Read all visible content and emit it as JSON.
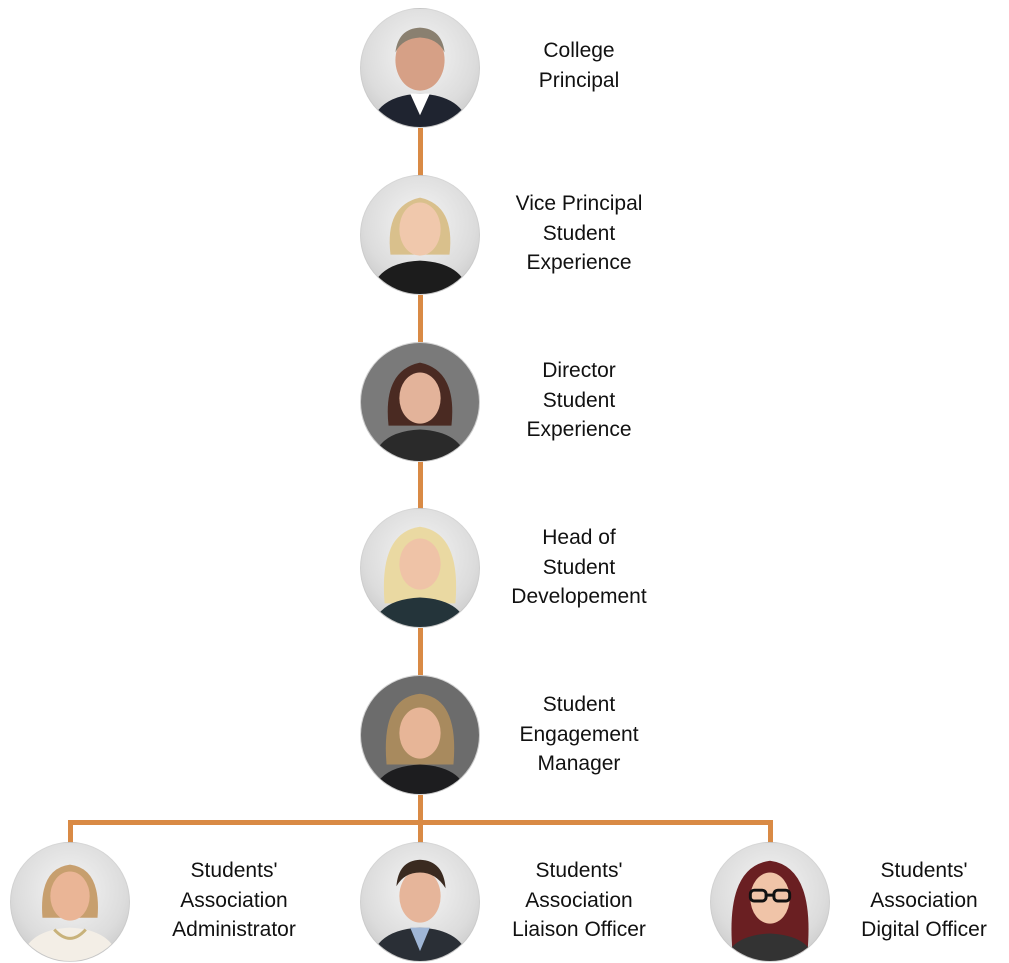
{
  "colors": {
    "connector": "#d98a45"
  },
  "hierarchy": [
    {
      "id": "college-principal",
      "icon": "person-avatar-icon",
      "title_lines": [
        "College",
        "Principal"
      ]
    },
    {
      "id": "vice-principal",
      "icon": "person-avatar-icon",
      "title_lines": [
        "Vice Principal",
        "Student",
        "Experience"
      ]
    },
    {
      "id": "director",
      "icon": "person-avatar-icon",
      "title_lines": [
        "Director",
        "Student",
        "Experience"
      ]
    },
    {
      "id": "head-of-development",
      "icon": "person-avatar-icon",
      "title_lines": [
        "Head of",
        "Student",
        "Developement"
      ]
    },
    {
      "id": "engagement-manager",
      "icon": "person-avatar-icon",
      "title_lines": [
        "Student",
        "Engagement",
        "Manager"
      ]
    }
  ],
  "team": [
    {
      "id": "association-administrator",
      "icon": "person-avatar-icon",
      "title_lines": [
        "Students'",
        "Association",
        "Administrator"
      ]
    },
    {
      "id": "association-liaison-officer",
      "icon": "person-avatar-icon",
      "title_lines": [
        "Students'",
        "Association",
        "Liaison Officer"
      ]
    },
    {
      "id": "association-digital-officer",
      "icon": "person-avatar-icon",
      "title_lines": [
        "Students'",
        "Association",
        "Digital Officer"
      ]
    }
  ]
}
